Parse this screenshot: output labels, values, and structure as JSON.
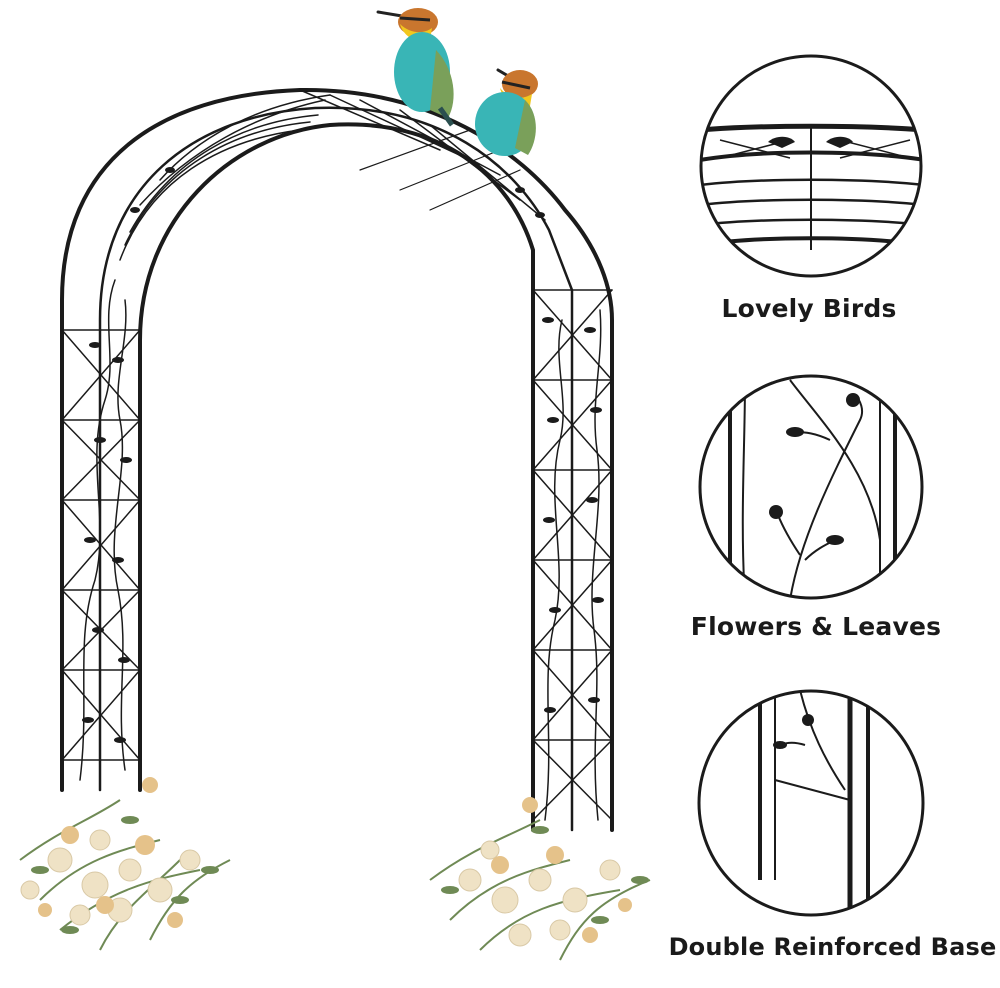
{
  "features": [
    {
      "label": "Lovely Birds",
      "icon": "birds-closeup-icon"
    },
    {
      "label": "Flowers & Leaves",
      "icon": "flowers-leaves-closeup-icon"
    },
    {
      "label": "Double Reinforced Base",
      "icon": "reinforced-base-closeup-icon"
    }
  ],
  "colors": {
    "metal": "#1b1b1b",
    "bird_body": "#39b5b6",
    "bird_head": "#c9762e",
    "bird_throat": "#f1c81f",
    "flower_cream": "#efe2c5",
    "flower_peach": "#e5c28a",
    "leaf_green": "#6f8a55"
  }
}
